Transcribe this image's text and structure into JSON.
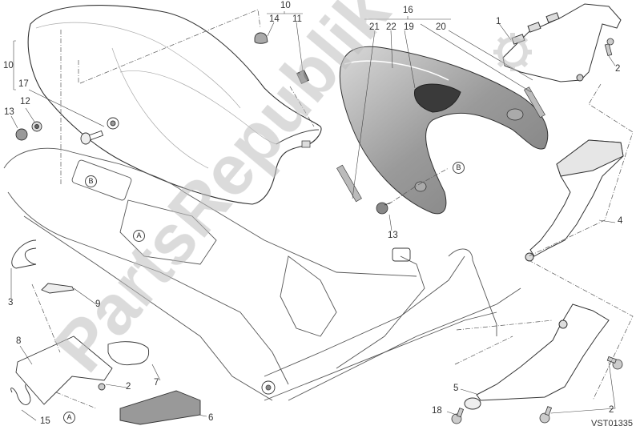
{
  "diagram": {
    "type": "exploded-parts-diagram",
    "drawing_code": "VST01335",
    "watermark": "PartsRepublik",
    "colors": {
      "line": "#3a3a3a",
      "thin_line": "#8a8a8a",
      "fill_dark": "#8c8c8c",
      "fill_mid": "#b5b5b5",
      "watermark": "#c8c8c8"
    }
  },
  "groups": [
    {
      "label": "10",
      "members": [
        "14",
        "11"
      ]
    },
    {
      "label": "16",
      "members": [
        "21",
        "22",
        "19",
        "20"
      ]
    }
  ],
  "callouts": [
    {
      "id": "c10a",
      "label": "10",
      "part": "seat"
    },
    {
      "id": "c10b",
      "label": "10",
      "part": "rubber pad kit"
    },
    {
      "id": "c14",
      "label": "14",
      "part": "rubber bump"
    },
    {
      "id": "c11",
      "label": "11",
      "part": "pad"
    },
    {
      "id": "c17",
      "label": "17",
      "part": "seat pin"
    },
    {
      "id": "c12",
      "label": "12",
      "part": "grommet"
    },
    {
      "id": "c13a",
      "label": "13",
      "part": "plastic rivet"
    },
    {
      "id": "c16",
      "label": "16",
      "part": "seat cowl kit"
    },
    {
      "id": "c21",
      "label": "21",
      "part": "decal"
    },
    {
      "id": "c22",
      "label": "22",
      "part": "seat cowl"
    },
    {
      "id": "c19",
      "label": "19",
      "part": "insert"
    },
    {
      "id": "c20",
      "label": "20",
      "part": "decal"
    },
    {
      "id": "c1",
      "label": "1",
      "part": "right side panel"
    },
    {
      "id": "c2a",
      "label": "2",
      "part": "screw"
    },
    {
      "id": "c4",
      "label": "4",
      "part": "left side panel"
    },
    {
      "id": "c13b",
      "label": "13",
      "part": "plastic rivet"
    },
    {
      "id": "c3",
      "label": "3",
      "part": "cable"
    },
    {
      "id": "c9",
      "label": "9",
      "part": "hook"
    },
    {
      "id": "c8",
      "label": "8",
      "part": "tray"
    },
    {
      "id": "c7",
      "label": "7",
      "part": "pad"
    },
    {
      "id": "c2b",
      "label": "2",
      "part": "screw"
    },
    {
      "id": "c15",
      "label": "15",
      "part": "strap"
    },
    {
      "id": "c6",
      "label": "6",
      "part": "manual"
    },
    {
      "id": "c5",
      "label": "5",
      "part": "lower cover"
    },
    {
      "id": "c18",
      "label": "18",
      "part": "screw"
    },
    {
      "id": "c2c",
      "label": "2",
      "part": "screw"
    }
  ],
  "references": [
    {
      "id": "refB1",
      "label": "B"
    },
    {
      "id": "refB2",
      "label": "B"
    },
    {
      "id": "refA1",
      "label": "A"
    },
    {
      "id": "refA2",
      "label": "A"
    }
  ]
}
